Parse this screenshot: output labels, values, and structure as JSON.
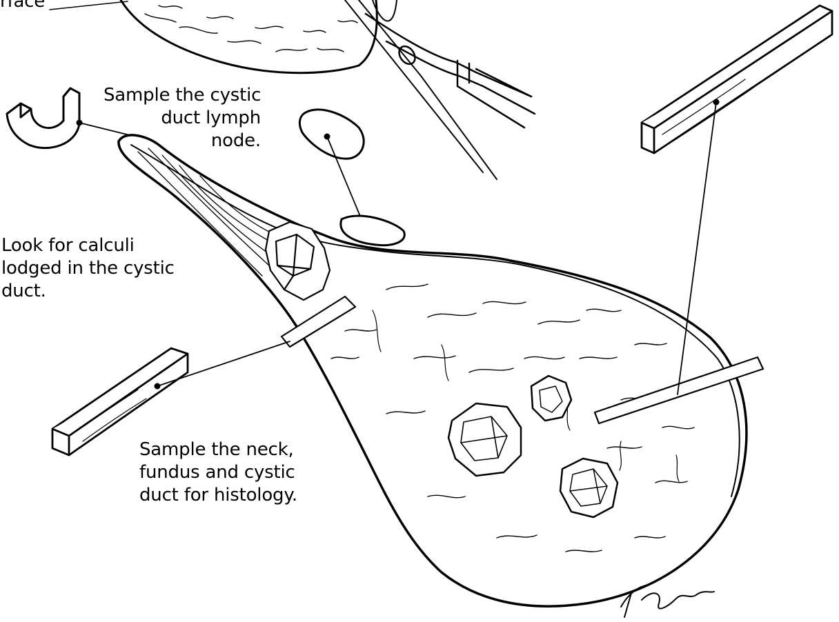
{
  "labels": {
    "surface_fragment": "rface",
    "lymph_node": [
      "Sample the cystic",
      "duct lymph",
      "node."
    ],
    "calculi": [
      "Look for calculi",
      "lodged in the cystic",
      "duct."
    ],
    "sample_histology": [
      "Sample the neck,",
      "fundus and cystic",
      "duct for histology."
    ]
  },
  "signature": "T Frelyn",
  "colors": {
    "ink": "#000000",
    "paper": "#ffffff"
  }
}
